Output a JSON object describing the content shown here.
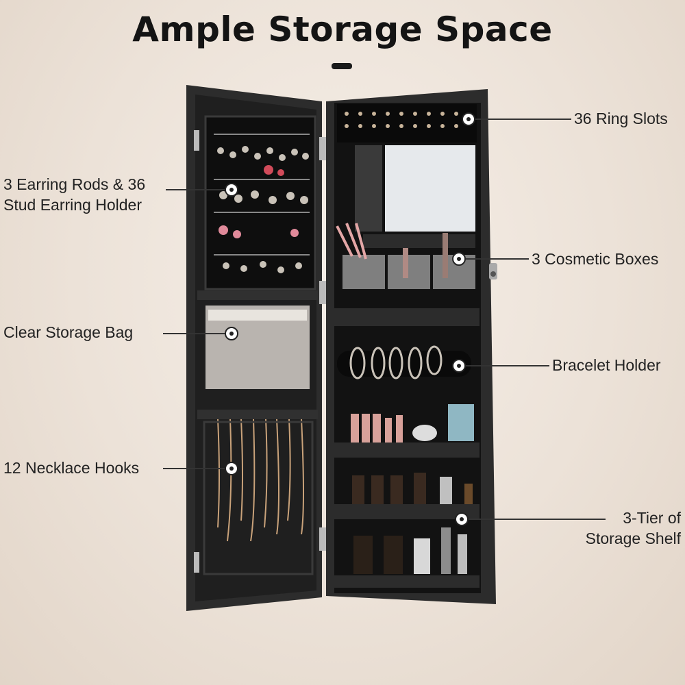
{
  "title": "Ample Storage Space",
  "colors": {
    "cabinet": "#2b2b2b",
    "interior": "#141414",
    "background": "#efe6dd"
  },
  "callouts": {
    "ring_slots": "36 Ring Slots",
    "earring_line1": "3 Earring Rods & 36",
    "earring_line2": "Stud Earring Holder",
    "cosmetic_boxes": "3 Cosmetic Boxes",
    "storage_bag": "Clear Storage Bag",
    "bracelet_holder": "Bracelet Holder",
    "necklace_hooks": "12 Necklace Hooks",
    "shelf_line1": "3-Tier of",
    "shelf_line2": "Storage Shelf"
  }
}
